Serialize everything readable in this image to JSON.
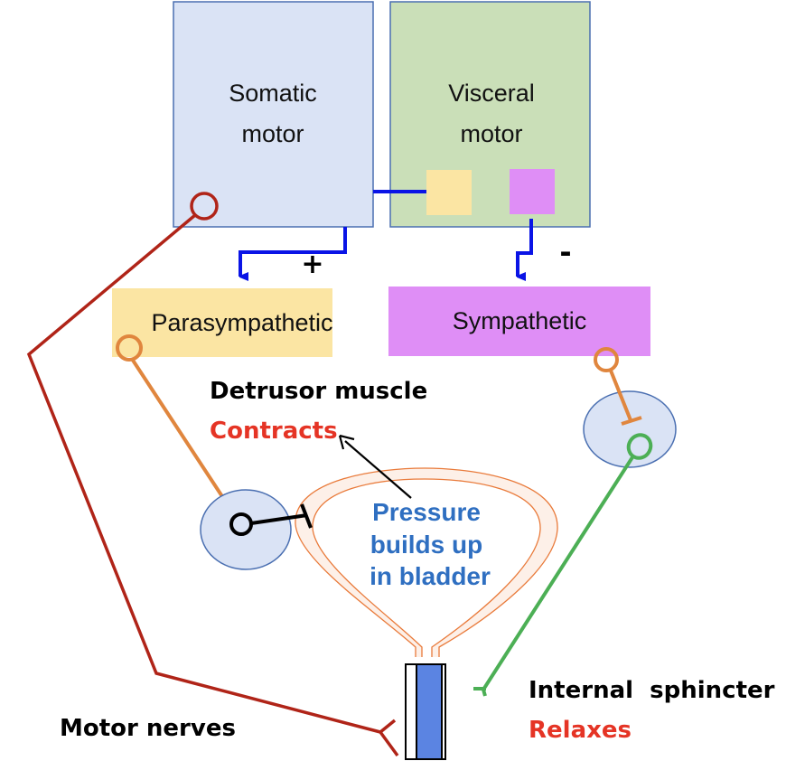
{
  "boxes": {
    "somatic_motor": {
      "line1": "Somatic",
      "line2": "motor",
      "fill": "#dae3f5",
      "stroke": "#4a6fb1"
    },
    "visceral_motor": {
      "line1": "Visceral",
      "line2": "motor",
      "fill": "#cadfb8",
      "stroke": "#4a6fb1"
    },
    "parasympathetic": {
      "label": "Parasympathetic",
      "fill": "#fbe5a3"
    },
    "sympathetic": {
      "label": "Sympathetic",
      "fill": "#df8ef6"
    }
  },
  "signs": {
    "plus": "+",
    "minus": "-"
  },
  "labels": {
    "detrusor_title": "Detrusor muscle",
    "detrusor_state": "Contracts",
    "pressure_line1": "Pressure",
    "pressure_line2": "builds up",
    "pressure_line3": "in bladder",
    "sphincter_title": "Internal  sphincter",
    "sphincter_state": "Relaxes",
    "motor_nerves": "Motor nerves"
  },
  "colors": {
    "connector_blue": "#0a14e6",
    "motor_nerve_red": "#b02418",
    "parasympathetic_orange": "#e0863e",
    "sympathetic_green": "#4caf55",
    "state_red": "#e53425",
    "pressure_blue": "#2f6fc1",
    "ganglion_fill": "#dae3f5",
    "ganglion_stroke": "#4a6fb1",
    "bladder_stroke": "#e97a3a",
    "bladder_fill": "#fdf0e8",
    "sphincter_blue": "#5b84e2"
  }
}
